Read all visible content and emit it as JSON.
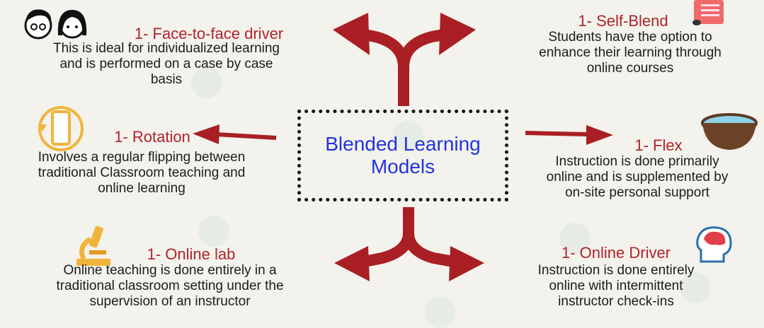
{
  "center": {
    "line1": "Blended Learning",
    "line2": "Models"
  },
  "models": {
    "face_to_face": {
      "title": "1- Face-to-face driver",
      "line1": "This is ideal for individualized learning",
      "line2": "and is performed on a case by case",
      "line3": "basis"
    },
    "self_blend": {
      "title": "1- Self-Blend",
      "line1": "Students have the option to",
      "line2": "enhance their learning through",
      "line3": "online courses"
    },
    "rotation": {
      "title": "1- Rotation",
      "line1": "Involves a regular flipping between",
      "line2": "traditional Classroom teaching and",
      "line3": "online learning"
    },
    "flex": {
      "title": "1- Flex",
      "line1": "Instruction is done primarily",
      "line2": "online and is supplemented by",
      "line3": "on-site personal support"
    },
    "online_lab": {
      "title": "1- Online lab",
      "line1": "Online teaching is done entirely in a",
      "line2": "traditional classroom setting under the",
      "line3": "supervision of an instructor"
    },
    "online_driver": {
      "title": "1- Online Driver",
      "line1": "Instruction is done entirely",
      "line2": "online with intermittent",
      "line3": "instructor check-ins"
    }
  },
  "colors": {
    "arrow": "#a91f24",
    "title": "#b0232a",
    "center_text": "#2233dd"
  },
  "icons": {
    "face_to_face": "two-faces-icon",
    "self_blend": "checklist-icon",
    "rotation": "rotating-phone-icon",
    "flex": "bowl-icon",
    "online_lab": "microscope-icon",
    "online_driver": "head-brain-icon"
  }
}
